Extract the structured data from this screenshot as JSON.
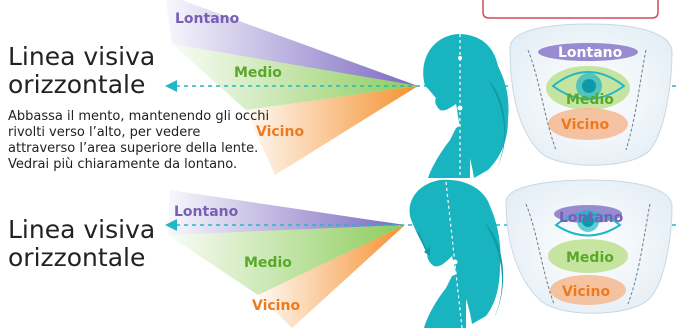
{
  "top_section": {
    "title_line1": "Linea visiva",
    "title_line2": "orizzontale",
    "description": "Abbassa il mento, mantenendo gli occhi rivolti verso l’alto, per vedere attraverso l’area superiore della lente. Vedrai più chiaramente da lontano.",
    "fan_labels": {
      "far": "Lontano",
      "mid": "Medio",
      "near": "Vicino"
    },
    "lens_labels": {
      "far": "Lontano",
      "mid": "Medio",
      "near": "Vicino"
    }
  },
  "bottom_section": {
    "title_line1": "Linea visiva",
    "title_line2": "orizzontale",
    "fan_labels": {
      "far": "Lontano",
      "mid": "Medio",
      "near": "Vicino"
    },
    "lens_labels": {
      "far": "Lontano",
      "mid": "Medio",
      "near": "Vicino"
    }
  },
  "colors": {
    "far": "#8878c8",
    "mid": "#a8d878",
    "near": "#f59a4a",
    "label_far": "#7560b5",
    "label_mid": "#5aa82a",
    "label_near": "#ee7a20",
    "sight_line": "#20b8c8",
    "head": "#18b5c0",
    "callout_border": "#d04a5a"
  }
}
